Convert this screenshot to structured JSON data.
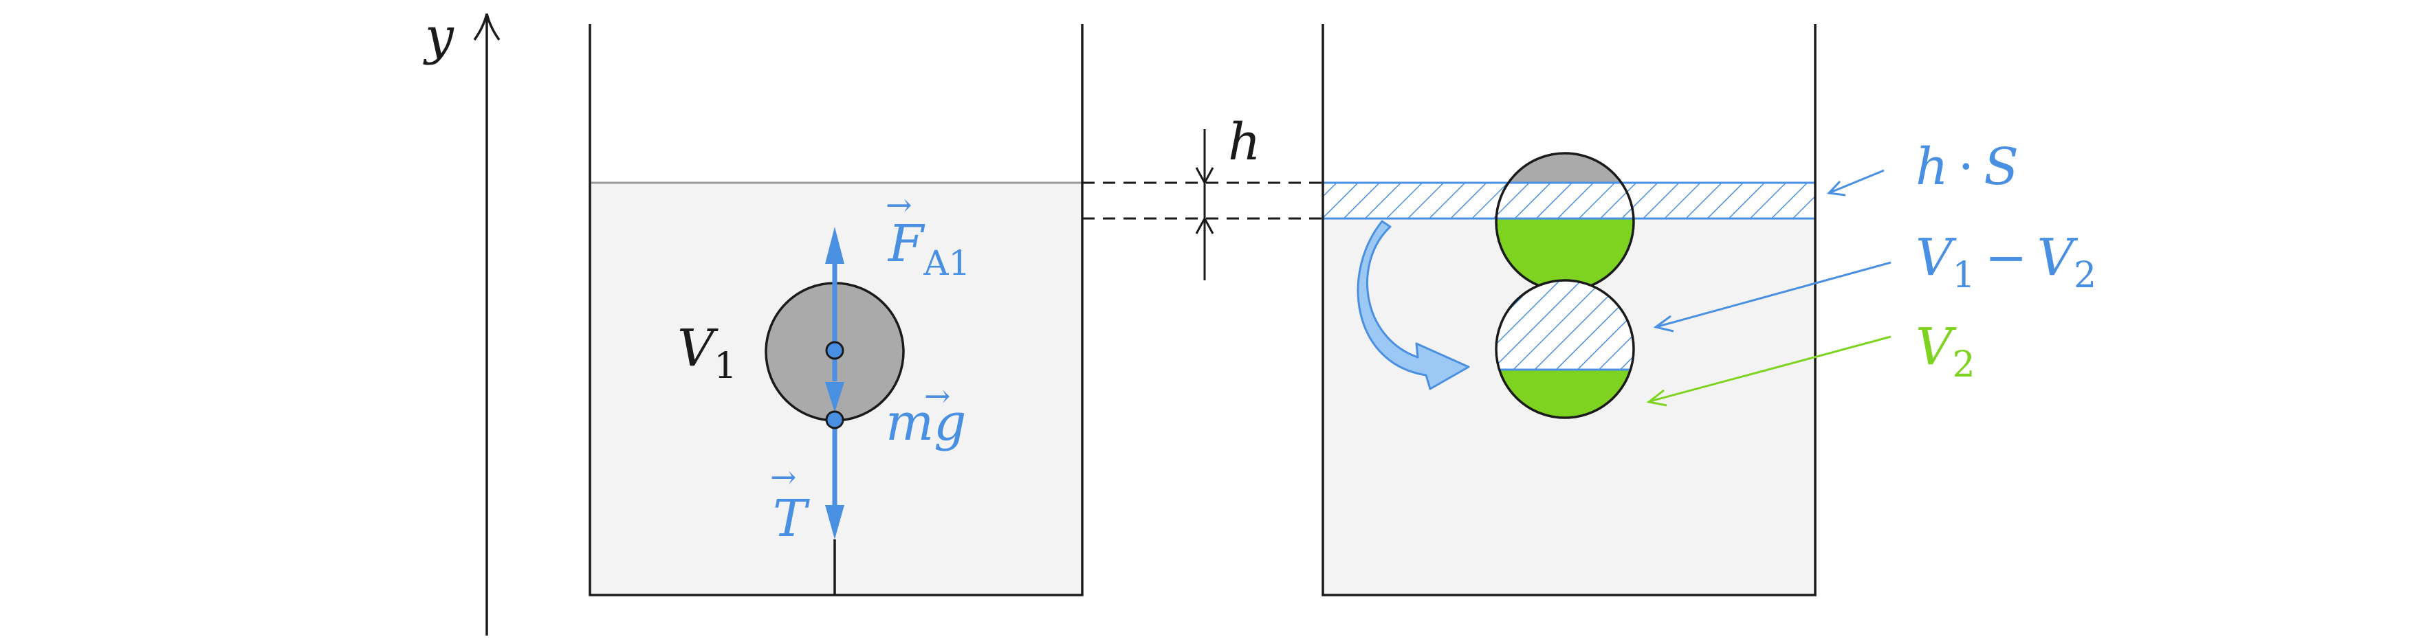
{
  "colors": {
    "line": "#1a1a1a",
    "water": "#f3f3f3",
    "surface": "#999999",
    "blue": "#4a90e2",
    "light_blue": "#9cc8f5",
    "green": "#7ed321",
    "ball": "#aaaaaa"
  },
  "axis": {
    "label": "y"
  },
  "left_tank": {
    "ball_label": "V",
    "ball_label_sub": "1",
    "force_buoyancy": "F",
    "force_buoyancy_sub": "A1",
    "force_gravity": "mg",
    "force_tension": "T"
  },
  "gap": {
    "height_label": "h"
  },
  "right_tank": {
    "label_hs_h": "h",
    "label_hs_dot": "·",
    "label_hs_s": "S",
    "label_diff_v1": "V",
    "label_diff_v1_sub": "1",
    "label_diff_minus": "−",
    "label_diff_v2": "V",
    "label_diff_v2_sub": "2",
    "label_v2": "V",
    "label_v2_sub": "2"
  },
  "vector_arrow": "→"
}
